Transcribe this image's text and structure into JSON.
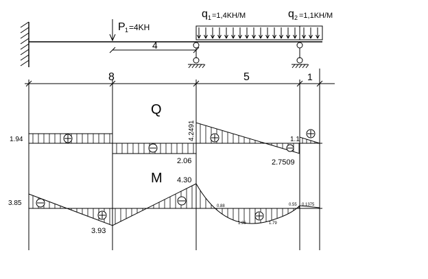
{
  "loads": {
    "p1_label": "P",
    "p1_sub": "1",
    "p1_value": "=4KH",
    "q1_label": "q",
    "q1_sub": "1",
    "q1_value": "=1,4KH/M",
    "q2_label": "q",
    "q2_sub": "2",
    "q2_value": "=1,1KH/M",
    "p1_distance": "4"
  },
  "spans": [
    {
      "label": "8"
    },
    {
      "label": "5"
    },
    {
      "label": "1"
    }
  ],
  "diagrams": {
    "shear_title": "Q",
    "moment_title": "M"
  },
  "shear_values": {
    "left": "1.94",
    "mid": "2.06",
    "support_top": "4.2491",
    "support_right": "2.7509",
    "cantilever": "1.1"
  },
  "moment_values": {
    "left": "3.85",
    "span1_min": "3.93",
    "support": "4.30",
    "v_088": "0.88",
    "v_196": "1.96",
    "v_179": "1.79",
    "v_055": "0.55",
    "v_0375": "0.1375"
  }
}
